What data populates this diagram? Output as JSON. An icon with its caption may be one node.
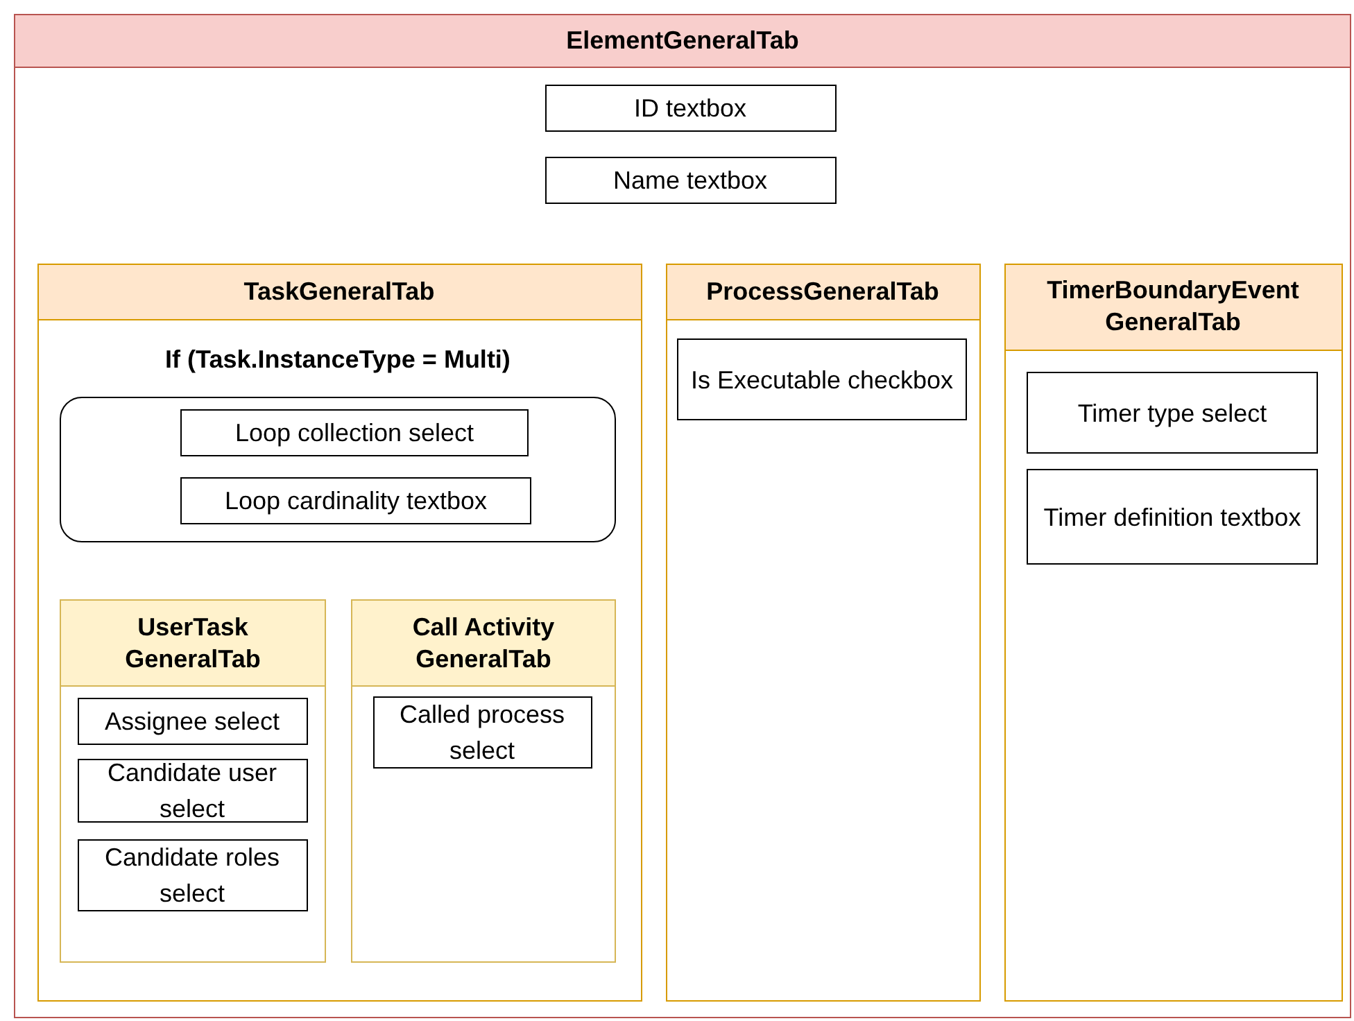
{
  "diagram": {
    "nodes": [
      {
        "text": [
          "ElementGeneralTab"
        ]
      },
      {
        "text": [
          "ID textbox"
        ],
        "in": 0
      },
      {
        "text": [
          "Name textbox"
        ],
        "in": 0
      },
      {
        "text": [
          "TaskGeneralTab"
        ],
        "in": 0
      },
      {
        "text": [
          "If (Task.InstanceType = Multi)"
        ],
        "in": 3
      },
      {
        "text": [
          "Loop collection select"
        ],
        "in": 4
      },
      {
        "text": [
          "Loop cardinality textbox"
        ],
        "in": 4
      },
      {
        "text": [
          "UserTask GeneralTab"
        ],
        "in": 3
      },
      {
        "text": [
          "Assignee select"
        ],
        "in": 7
      },
      {
        "text": [
          "Candidate user select"
        ],
        "in": 7
      },
      {
        "text": [
          "Candidate roles select"
        ],
        "in": 7
      },
      {
        "text": [
          "Call Activity GeneralTab"
        ],
        "in": 3
      },
      {
        "text": [
          "Called process select"
        ],
        "in": 11
      },
      {
        "text": [
          "ProcessGeneralTab"
        ],
        "in": 0
      },
      {
        "text": [
          "Is Executable checkbox"
        ],
        "in": 13
      },
      {
        "text": [
          "TimerBoundaryEvent GeneralTab"
        ],
        "in": 0
      },
      {
        "text": [
          "Timer type select"
        ],
        "in": 15
      },
      {
        "text": [
          "Timer definition textbox"
        ],
        "in": 15
      }
    ]
  }
}
